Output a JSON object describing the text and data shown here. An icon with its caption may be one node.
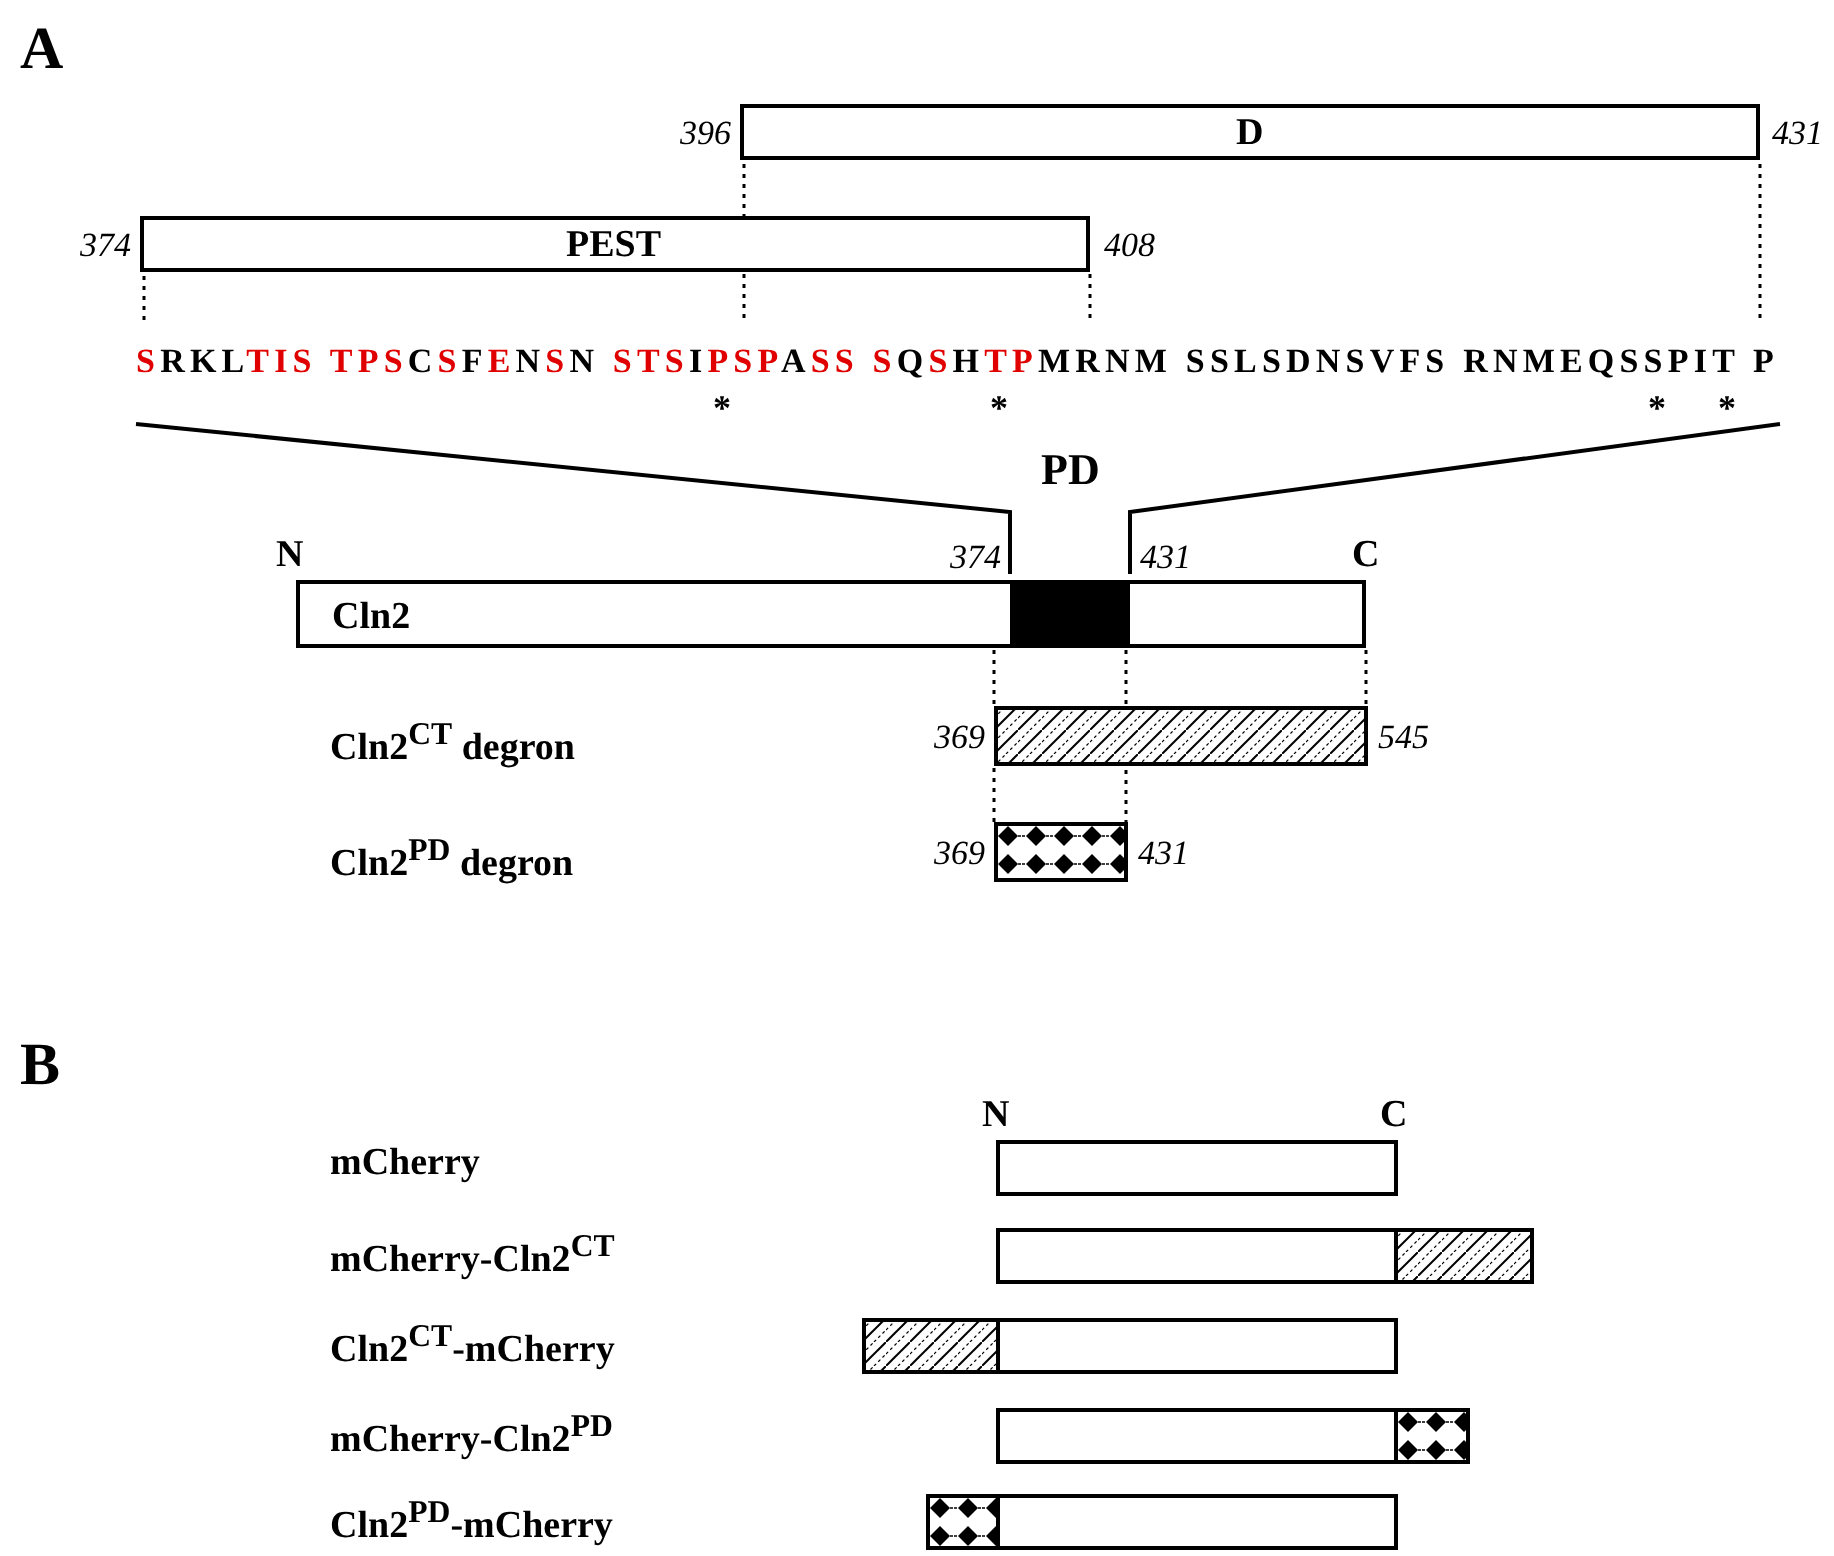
{
  "diagram": {
    "nodes": [
      {
        "text": [
          "D"
        ],
        "beside": [
          "396",
          "431"
        ]
      },
      {
        "text": [
          "PEST"
        ],
        "beside": [
          "374",
          "408"
        ]
      },
      {
        "text": [
          "Cln2"
        ],
        "beside": [
          "N",
          "C"
        ]
      },
      {
        "text": [
          "PD"
        ],
        "beside": [
          "374",
          "431"
        ],
        "in": 2
      },
      {
        "text": [],
        "shape": "bar",
        "beside": [
          "369",
          "545"
        ]
      },
      {
        "text": [],
        "shape": "bar",
        "beside": [
          "369",
          "431"
        ]
      },
      {
        "text": [],
        "shape": "bar"
      },
      {
        "text": [],
        "shape": "bar"
      },
      {
        "text": [],
        "shape": "bar"
      },
      {
        "text": [],
        "shape": "bar"
      },
      {
        "text": [],
        "shape": "bar"
      },
      {
        "text": [],
        "shape": "bar"
      },
      {
        "text": [],
        "shape": "bar"
      },
      {
        "text": [],
        "shape": "bar"
      },
      {
        "text": [],
        "shape": "bar"
      }
    ],
    "edges": [],
    "labels": [
      "A",
      "SRKLTIS TPSCSFENSN STSIPSPASS SQSHTPMRNM SSLSDNSVFS RNMEQSSPIT P",
      "*",
      "*",
      "*",
      "*",
      "Cln2$^{CT}$ degron",
      "Cln2$^{PD}$ degron",
      "B",
      "N",
      "C",
      "mCherry",
      "mCherry-Cln2$^{CT}$",
      "Cln2$^{CT}$-mCherry",
      "mCherry-Cln2$^{PD}$",
      "Cln2$^{PD}$-mCherry"
    ]
  }
}
